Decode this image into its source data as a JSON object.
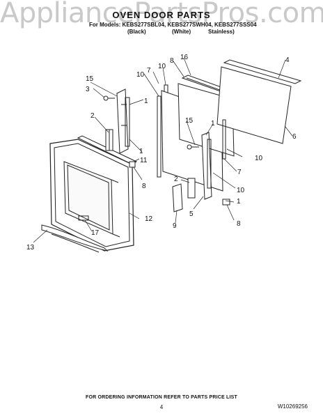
{
  "watermark": "AppliancePartsPros.com",
  "header": {
    "title": "OVEN DOOR PARTS",
    "models_line": "For Models: KEBS277SBL04, KEBS277SWH04, KEBS277SSS04",
    "finishes": [
      "(Black)",
      "(White)",
      "Stainless)"
    ]
  },
  "callouts": {
    "c1a": "1",
    "c1b": "1",
    "c1c": "1",
    "c1d": "1",
    "c2a": "2",
    "c2b": "2",
    "c3": "3",
    "c4": "4",
    "c5": "5",
    "c6": "6",
    "c7": "7",
    "c8a": "8",
    "c8b": "8",
    "c8c": "8",
    "c9": "9",
    "c10a": "10",
    "c10b": "10",
    "c10c": "10",
    "c10d": "10",
    "c11": "11",
    "c12": "12",
    "c13": "13",
    "c15a": "15",
    "c15b": "15",
    "c16": "16",
    "c17": "17"
  },
  "footer": {
    "ordering_note": "FOR ORDERING INFORMATION REFER TO PARTS PRICE LIST",
    "page_number": "4",
    "document_number": "W10269256"
  }
}
